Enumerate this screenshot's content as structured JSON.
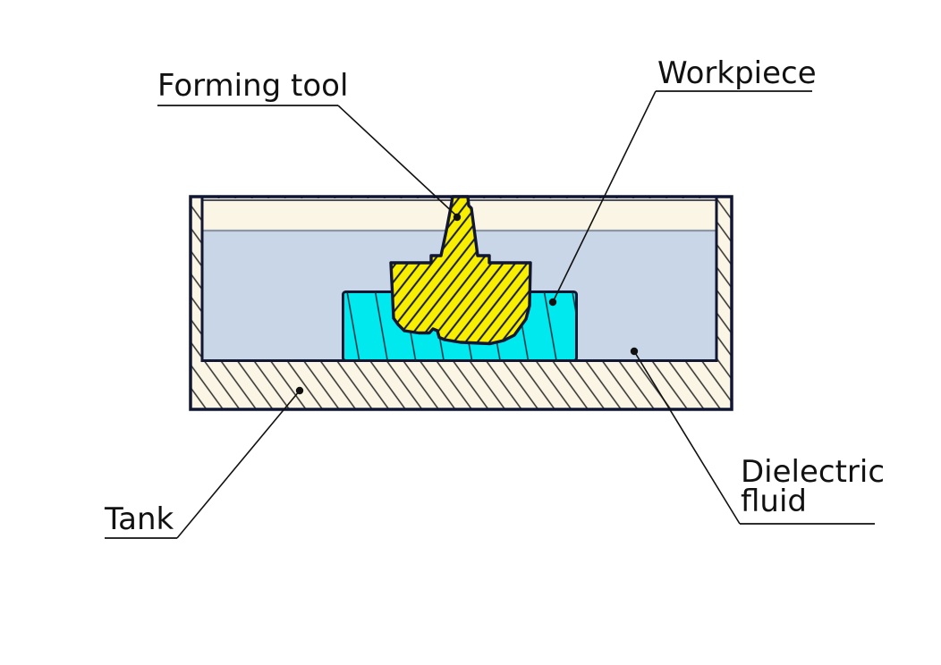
{
  "labels": {
    "forming_tool": "Forming tool",
    "workpiece": "Workpiece",
    "tank": "Tank",
    "dielectric_fluid_line1": "Dielectric",
    "dielectric_fluid_line2": "fluid"
  },
  "colors": {
    "background": "#FFFFFF",
    "tank_fill": "#FAF5E4",
    "fluid_fill": "#C9D6E7",
    "workpiece_fill": "#00E9EF",
    "tool_fill": "#F8EE00",
    "outline": "#111733",
    "hatch_line": "#2E2E2E",
    "workpiece_line": "#0D2B3A",
    "fluid_surface_line": "#8B96A6",
    "annotation": "#111111"
  }
}
